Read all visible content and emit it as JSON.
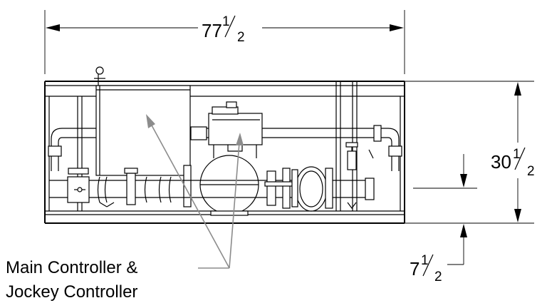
{
  "dimensions": {
    "overall_width": {
      "whole": "77",
      "numerator": "1",
      "denominator": "2"
    },
    "overall_height": {
      "whole": "30",
      "numerator": "1",
      "denominator": "2"
    },
    "base_offset": {
      "whole": "7",
      "numerator": "1",
      "denominator": "2"
    }
  },
  "callout": {
    "line1": "Main Controller &",
    "line2": "Jockey Controller"
  }
}
